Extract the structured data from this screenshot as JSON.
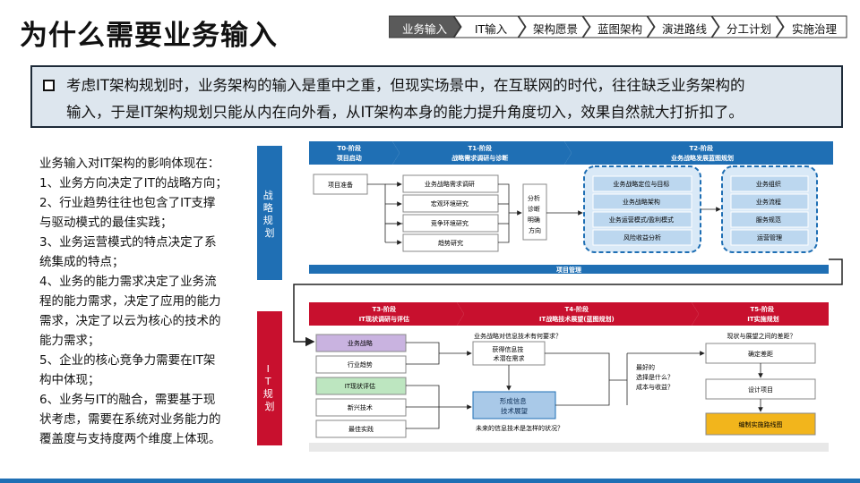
{
  "title": "为什么需要业务输入",
  "nav": {
    "items": [
      "业务输入",
      "IT输入",
      "架构愿景",
      "蓝图架构",
      "演进路线",
      "分工计划",
      "实施治理"
    ],
    "active_index": 0
  },
  "callout": {
    "line1": "考虑IT架构规划时，业务架构的输入是重中之重，但现实场景中，在互联网的时代，往往缺乏业务架构的",
    "line2": "输入，于是IT架构规划只能从内在向外看，从IT架构本身的能力提升角度切入，效果自然就大打折扣了。"
  },
  "left_text": {
    "lines": [
      "业务输入对IT架构的影响体现在：",
      "1、业务方向决定了IT的战略方向；",
      "2、行业趋势往往也包含了IT支撑",
      "与驱动模式的最佳实践；",
      "3、业务运营模式的特点决定了系",
      "统集成的特点；",
      "4、业务的能力需求决定了业务流",
      "程的能力需求，决定了应用的能力",
      "需求，决定了以云为核心的技术的",
      "能力需求；",
      "5、企业的核心竞争力需要在IT架",
      "构中体现；",
      "6、业务与IT的融合，需要基于现",
      "状考虑，需要在系统对业务能力的",
      "覆盖度与支持度两个维度上体现。"
    ]
  },
  "diagram": {
    "strategy_label": "战略规划",
    "it_label": "IT规划",
    "top_phases": [
      {
        "stage": "T0-阶段",
        "name": "项目启动"
      },
      {
        "stage": "T1-阶段",
        "name": "战略需求调研与诊断"
      },
      {
        "stage": "T2-阶段",
        "name": "业务战略发展蓝图规划"
      }
    ],
    "t0_box": "项目准备",
    "t1_boxes": [
      "业务战略需求调研",
      "宏观环境研究",
      "竞争环境研究",
      "趋势研究"
    ],
    "t1_analysis": [
      "分析",
      "诊断",
      "明确",
      "方向"
    ],
    "t2_group1": [
      "业务战略定位与目标",
      "业务战略架构",
      "业务运营模式/盈利模式",
      "风险收益分析"
    ],
    "t2_group2": [
      "业务组织",
      "业务流程",
      "服务规范",
      "运营管理"
    ],
    "project_mgmt": "项目管理",
    "bottom_phases": [
      {
        "stage": "T3-阶段",
        "name": "IT现状调研与评估"
      },
      {
        "stage": "T4-阶段",
        "name": "IT战略技术展望(蓝图规划)"
      },
      {
        "stage": "T5-阶段",
        "name": "IT实施规划"
      }
    ],
    "t3_boxes": [
      "业务战略",
      "行业趋势",
      "IT现状评估",
      "新兴技术",
      "最佳实践"
    ],
    "t4_q1": "业务战略对信息技术有何要求？",
    "t4_box1": [
      "获得信息技",
      "术潜在需求"
    ],
    "t4_box2": [
      "形成信息",
      "技术展望"
    ],
    "t4_q2": "未来的信息技术是怎样的状况？",
    "t4_q3": [
      "最好的",
      "选择是什么？",
      "成本与收益？"
    ],
    "t5_q": "现状与展望之间的差距？",
    "t5_boxes": [
      "确定差距",
      "设计项目",
      "编制实施路线图"
    ]
  },
  "colors": {
    "accent_blue": "#1f6fb4",
    "accent_red": "#c8102e",
    "callout_bg": "#dde6ee",
    "nav_active": "#5a5a5a"
  }
}
